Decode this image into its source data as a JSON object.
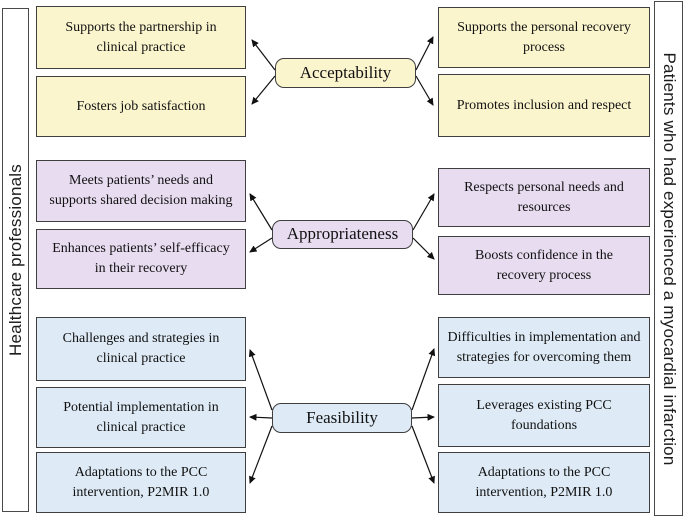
{
  "figure": {
    "left_group_label": "Healthcare professionals",
    "right_group_label": "Patients who had experienced a myocardial infarction"
  },
  "colors": {
    "acceptability_fill": "#FBF5CE",
    "appropriateness_fill": "#E8DCF0",
    "feasibility_fill": "#DEEBF6",
    "box_border": "#3F3F3F",
    "text": "#111111"
  },
  "sections": [
    {
      "concept": "Acceptability",
      "left_themes": [
        "Supports the partnership in clinical practice",
        "Fosters job satisfaction"
      ],
      "right_themes": [
        "Supports the personal recovery process",
        "Promotes inclusion and respect"
      ]
    },
    {
      "concept": "Appropriateness",
      "left_themes": [
        "Meets patients’ needs and supports shared decision making",
        "Enhances patients’ self-efficacy in their recovery"
      ],
      "right_themes": [
        "Respects personal needs and resources",
        "Boosts confidence in the recovery process"
      ]
    },
    {
      "concept": "Feasibility",
      "left_themes": [
        "Challenges and strategies in clinical practice",
        "Potential implementation in clinical practice",
        "Adaptations to the PCC intervention, P2MIR 1.0"
      ],
      "right_themes": [
        "Difficulties in implementation and strategies for overcoming them",
        "Leverages existing PCC foundations",
        "Adaptations to the PCC intervention, P2MIR 1.0"
      ]
    }
  ]
}
